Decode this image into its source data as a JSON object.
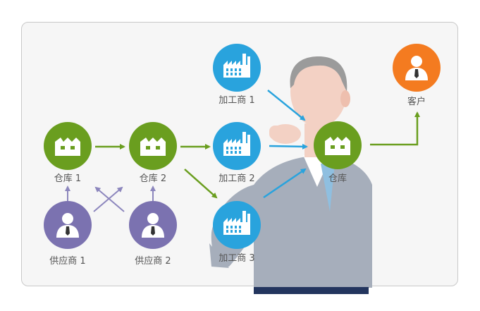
{
  "nodes": {
    "supplier_1": {
      "label": "供应商 1",
      "icon": "person-icon",
      "color": "#7b72b0"
    },
    "supplier_2": {
      "label": "供应商 2",
      "icon": "person-icon",
      "color": "#7b72b0"
    },
    "warehouse_1": {
      "label": "仓库 1",
      "icon": "warehouse-icon",
      "color": "#6a9e1f"
    },
    "warehouse_2": {
      "label": "仓库 2",
      "icon": "warehouse-icon",
      "color": "#6a9e1f"
    },
    "processor_1": {
      "label": "加工商 1",
      "icon": "factory-icon",
      "color": "#29a3dd"
    },
    "processor_2": {
      "label": "加工商 2",
      "icon": "factory-icon",
      "color": "#29a3dd"
    },
    "processor_3": {
      "label": "加工商 3",
      "icon": "factory-icon",
      "color": "#29a3dd"
    },
    "warehouse_3": {
      "label": "仓库",
      "icon": "warehouse-icon",
      "color": "#6a9e1f"
    },
    "customer": {
      "label": "客户",
      "icon": "person-icon",
      "color": "#f47b20"
    }
  },
  "colors": {
    "supplier_arrow": "#8c86bd",
    "warehouse_arrow": "#6a9e1f",
    "processor_arrow": "#29a3dd"
  }
}
